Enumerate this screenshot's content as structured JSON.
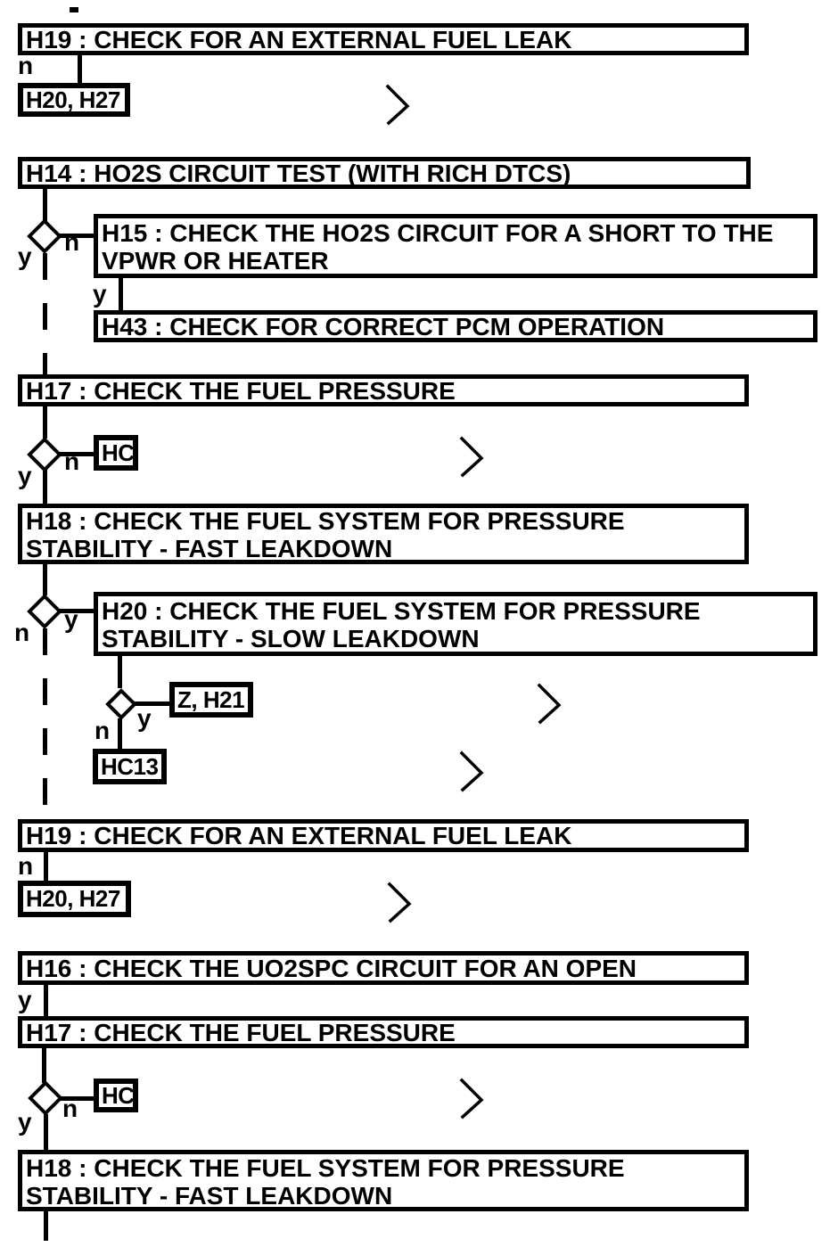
{
  "page": {
    "background_color": "#ffffff",
    "ink_color": "#000000",
    "description": "Diagnostic pinpoint test flowchart"
  },
  "icons": {
    "decision": "diamond-icon",
    "continuation": "chevron-right-icon"
  },
  "branch_labels": {
    "yes": "y",
    "no": "n"
  },
  "boxes": {
    "h19_top": {
      "label": "H19 : CHECK FOR AN EXTERNAL FUEL LEAK"
    },
    "h20_h27_top": {
      "label": "H20, H27"
    },
    "h14": {
      "label": "H14 : HO2S CIRCUIT TEST (WITH RICH DTCS)"
    },
    "h15": {
      "line1": "H15 : CHECK THE HO2S CIRCUIT FOR A SHORT TO THE",
      "line2": "VPWR OR HEATER"
    },
    "h43": {
      "label": "H43 : CHECK FOR CORRECT PCM OPERATION"
    },
    "h17_first": {
      "label": "H17 : CHECK THE FUEL PRESSURE"
    },
    "hc_first": {
      "label": "HC"
    },
    "h18_first": {
      "line1": "H18 : CHECK THE FUEL SYSTEM FOR PRESSURE",
      "line2": "STABILITY - FAST LEAKDOWN"
    },
    "h20_slow": {
      "line1": "H20 : CHECK THE FUEL SYSTEM FOR PRESSURE",
      "line2": "STABILITY - SLOW LEAKDOWN"
    },
    "z_h21": {
      "label": "Z, H21"
    },
    "hc13": {
      "label": "HC13"
    },
    "h19_bottom": {
      "label": "H19 : CHECK FOR AN EXTERNAL FUEL LEAK"
    },
    "h20_h27_bottom": {
      "label": "H20, H27"
    },
    "h16": {
      "label": "H16 : CHECK THE UO2SPC CIRCUIT FOR AN OPEN"
    },
    "h17_second": {
      "label": "H17 : CHECK THE FUEL PRESSURE"
    },
    "hc_second": {
      "label": "HC"
    },
    "h18_second": {
      "line1": "H18 : CHECK THE FUEL SYSTEM FOR PRESSURE",
      "line2": "STABILITY - FAST LEAKDOWN"
    }
  }
}
